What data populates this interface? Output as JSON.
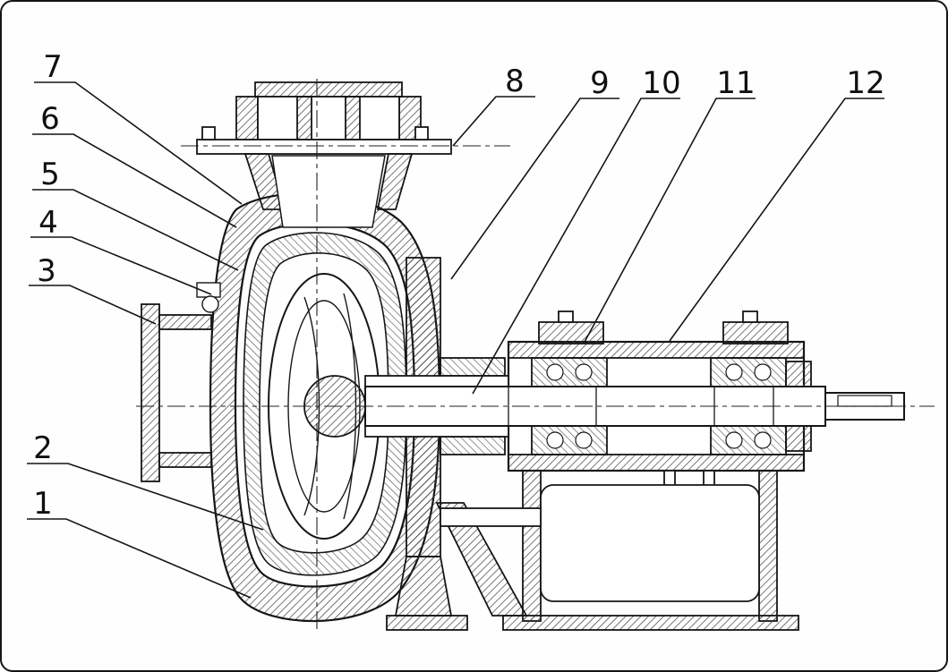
{
  "figure": {
    "description": "Sectional assembly drawing of a horizontal centrifugal slurry pump with numbered part callouts",
    "callouts": [
      {
        "label": "1"
      },
      {
        "label": "2"
      },
      {
        "label": "3"
      },
      {
        "label": "4"
      },
      {
        "label": "5"
      },
      {
        "label": "6"
      },
      {
        "label": "7"
      },
      {
        "label": "8"
      },
      {
        "label": "9"
      },
      {
        "label": "10"
      },
      {
        "label": "11"
      },
      {
        "label": "12"
      }
    ]
  }
}
